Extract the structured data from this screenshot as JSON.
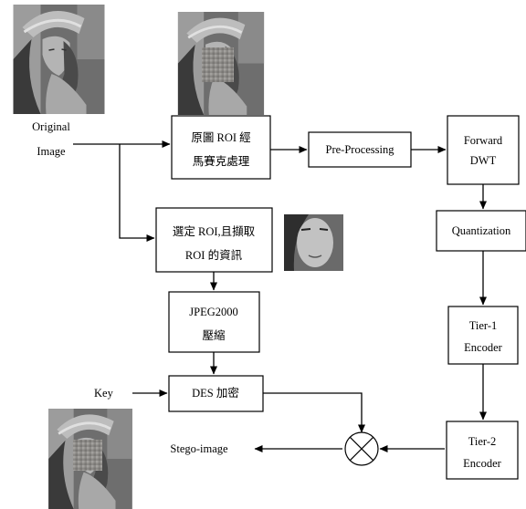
{
  "labels": {
    "original_line1": "Original",
    "original_line2": "Image",
    "mosaic_line1": "原圖 ROI 經",
    "mosaic_line2": "馬賽克處理",
    "preprocessing": "Pre-Processing",
    "forward_line1": "Forward",
    "forward_line2": "DWT",
    "select_roi_line1": "選定 ROI,且擷取",
    "select_roi_line2": "ROI 的資訊",
    "quantization": "Quantization",
    "jpeg_line1": "JPEG2000",
    "jpeg_line2": "壓縮",
    "tier1_line1": "Tier-1",
    "tier1_line2": "Encoder",
    "key": "Key",
    "des": "DES 加密",
    "tier2_line1": "Tier-2",
    "tier2_line2": "Encoder",
    "stego": "Stego-image"
  },
  "images": {
    "original": "lena-grayscale",
    "mosaic": "lena-face-mosaic",
    "roi_face": "lena-face-crop",
    "stego": "lena-stego"
  },
  "colors": {
    "line": "#000000",
    "box_fill": "#ffffff"
  }
}
